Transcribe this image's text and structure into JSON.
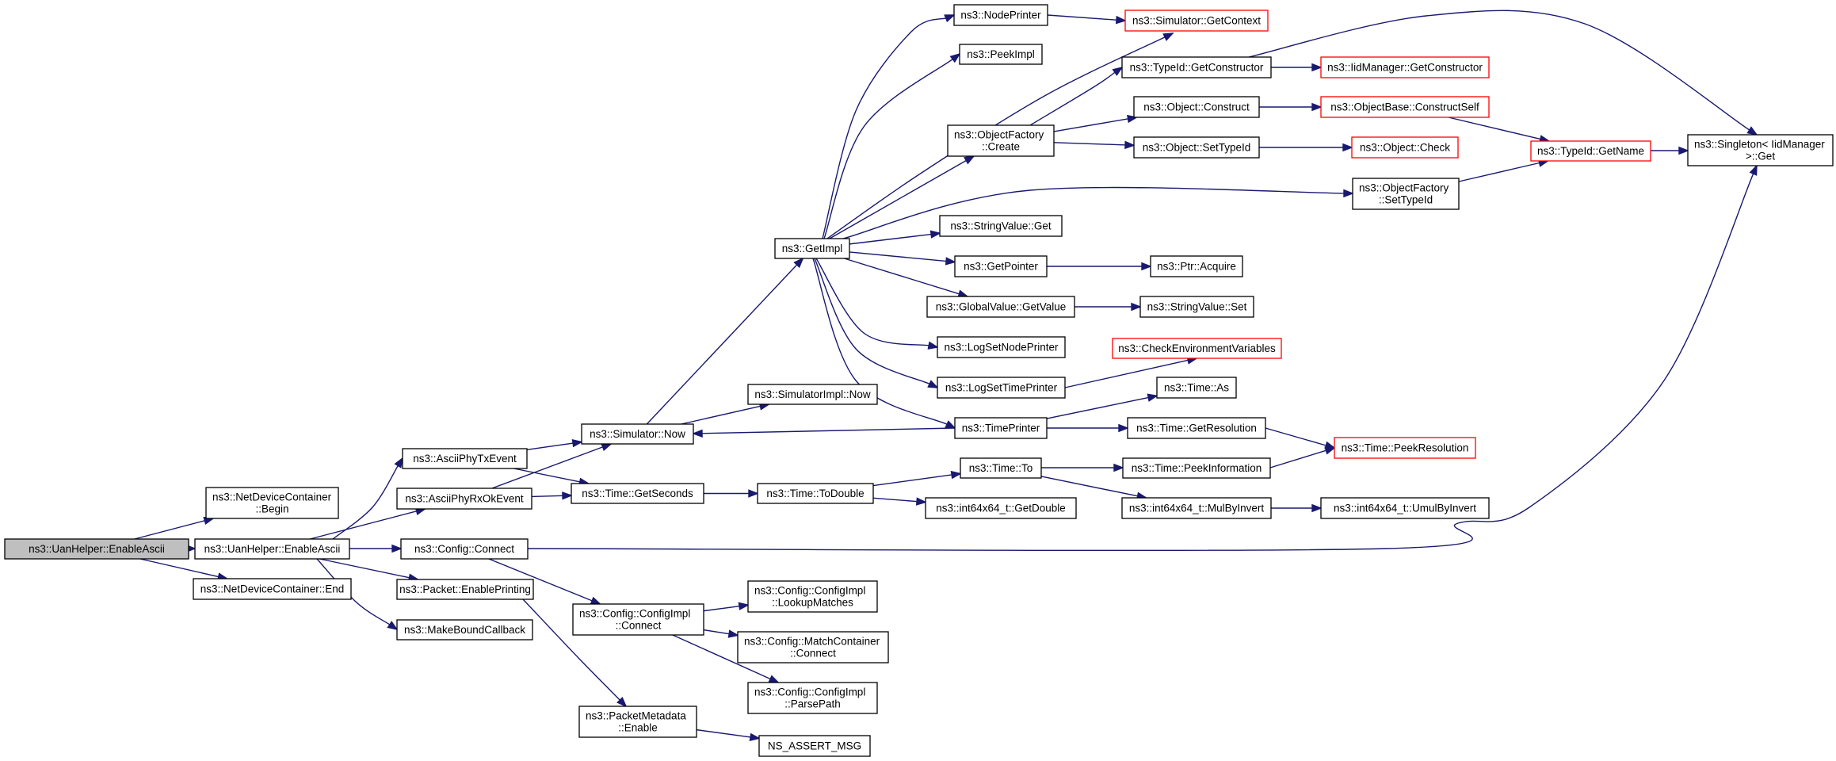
{
  "colors": {
    "edge": "#191970",
    "node_border": "#000000",
    "truncated_border": "#ff0000",
    "root_fill": "#bfbfbf",
    "node_fill": "#ffffff"
  },
  "nodes": [
    {
      "id": "root",
      "lines": [
        "ns3::UanHelper::EnableAscii"
      ],
      "kind": "root"
    },
    {
      "id": "uanEnable",
      "lines": [
        "ns3::UanHelper::EnableAscii"
      ],
      "kind": "normal"
    },
    {
      "id": "ndcBegin",
      "lines": [
        "ns3::NetDeviceContainer",
        "::Begin"
      ],
      "kind": "normal"
    },
    {
      "id": "ndcEnd",
      "lines": [
        "ns3::NetDeviceContainer::End"
      ],
      "kind": "normal"
    },
    {
      "id": "asciiTx",
      "lines": [
        "ns3::AsciiPhyTxEvent"
      ],
      "kind": "normal"
    },
    {
      "id": "asciiRx",
      "lines": [
        "ns3::AsciiPhyRxOkEvent"
      ],
      "kind": "normal"
    },
    {
      "id": "cfgConnect",
      "lines": [
        "ns3::Config::Connect"
      ],
      "kind": "normal"
    },
    {
      "id": "pktPrint",
      "lines": [
        "ns3::Packet::EnablePrinting"
      ],
      "kind": "normal"
    },
    {
      "id": "makeBound",
      "lines": [
        "ns3::MakeBoundCallback"
      ],
      "kind": "normal"
    },
    {
      "id": "simNow",
      "lines": [
        "ns3::Simulator::Now"
      ],
      "kind": "normal"
    },
    {
      "id": "timeGetSec",
      "lines": [
        "ns3::Time::GetSeconds"
      ],
      "kind": "normal"
    },
    {
      "id": "cfgImplConnect",
      "lines": [
        "ns3::Config::ConfigImpl",
        "::Connect"
      ],
      "kind": "normal"
    },
    {
      "id": "pmEnable",
      "lines": [
        "ns3::PacketMetadata",
        "::Enable"
      ],
      "kind": "normal"
    },
    {
      "id": "getImpl",
      "lines": [
        "ns3::GetImpl"
      ],
      "kind": "normal"
    },
    {
      "id": "simImplNow",
      "lines": [
        "ns3::SimulatorImpl::Now"
      ],
      "kind": "normal"
    },
    {
      "id": "timeToDouble",
      "lines": [
        "ns3::Time::ToDouble"
      ],
      "kind": "normal"
    },
    {
      "id": "lookupMatches",
      "lines": [
        "ns3::Config::ConfigImpl",
        "::LookupMatches"
      ],
      "kind": "normal"
    },
    {
      "id": "matchConnect",
      "lines": [
        "ns3::Config::MatchContainer",
        "::Connect"
      ],
      "kind": "normal"
    },
    {
      "id": "parsePath",
      "lines": [
        "ns3::Config::ConfigImpl",
        "::ParsePath"
      ],
      "kind": "normal"
    },
    {
      "id": "nsAssert",
      "lines": [
        "NS_ASSERT_MSG"
      ],
      "kind": "normal"
    },
    {
      "id": "nodePrinter",
      "lines": [
        "ns3::NodePrinter"
      ],
      "kind": "normal"
    },
    {
      "id": "peekImpl",
      "lines": [
        "ns3::PeekImpl"
      ],
      "kind": "normal"
    },
    {
      "id": "ofCreate",
      "lines": [
        "ns3::ObjectFactory",
        "::Create"
      ],
      "kind": "normal"
    },
    {
      "id": "strGet",
      "lines": [
        "ns3::StringValue::Get"
      ],
      "kind": "normal"
    },
    {
      "id": "getPointer",
      "lines": [
        "ns3::GetPointer"
      ],
      "kind": "normal"
    },
    {
      "id": "gvGetValue",
      "lines": [
        "ns3::GlobalValue::GetValue"
      ],
      "kind": "normal"
    },
    {
      "id": "logNode",
      "lines": [
        "ns3::LogSetNodePrinter"
      ],
      "kind": "normal"
    },
    {
      "id": "logTime",
      "lines": [
        "ns3::LogSetTimePrinter"
      ],
      "kind": "normal"
    },
    {
      "id": "timePrinter",
      "lines": [
        "ns3::TimePrinter"
      ],
      "kind": "normal"
    },
    {
      "id": "timeTo",
      "lines": [
        "ns3::Time::To"
      ],
      "kind": "normal"
    },
    {
      "id": "i64GetDouble",
      "lines": [
        "ns3::int64x64_t::GetDouble"
      ],
      "kind": "normal"
    },
    {
      "id": "simGetContext",
      "lines": [
        "ns3::Simulator::GetContext"
      ],
      "kind": "truncated"
    },
    {
      "id": "tidGetCtor",
      "lines": [
        "ns3::TypeId::GetConstructor"
      ],
      "kind": "normal"
    },
    {
      "id": "objConstruct",
      "lines": [
        "ns3::Object::Construct"
      ],
      "kind": "normal"
    },
    {
      "id": "objSetTypeId",
      "lines": [
        "ns3::Object::SetTypeId"
      ],
      "kind": "normal"
    },
    {
      "id": "ofSetTypeId",
      "lines": [
        "ns3::ObjectFactory",
        "::SetTypeId"
      ],
      "kind": "normal"
    },
    {
      "id": "ptrAcquire",
      "lines": [
        "ns3::Ptr::Acquire"
      ],
      "kind": "normal"
    },
    {
      "id": "strSet",
      "lines": [
        "ns3::StringValue::Set"
      ],
      "kind": "normal"
    },
    {
      "id": "checkEnv",
      "lines": [
        "ns3::CheckEnvironmentVariables"
      ],
      "kind": "truncated"
    },
    {
      "id": "timeAs",
      "lines": [
        "ns3::Time::As"
      ],
      "kind": "normal"
    },
    {
      "id": "timeGetRes",
      "lines": [
        "ns3::Time::GetResolution"
      ],
      "kind": "normal"
    },
    {
      "id": "timePeekInfo",
      "lines": [
        "ns3::Time::PeekInformation"
      ],
      "kind": "normal"
    },
    {
      "id": "mulByInvert",
      "lines": [
        "ns3::int64x64_t::MulByInvert"
      ],
      "kind": "normal"
    },
    {
      "id": "iidGetCtor",
      "lines": [
        "ns3::IidManager::GetConstructor"
      ],
      "kind": "truncated"
    },
    {
      "id": "obConstructSelf",
      "lines": [
        "ns3::ObjectBase::ConstructSelf"
      ],
      "kind": "truncated"
    },
    {
      "id": "objCheck",
      "lines": [
        "ns3::Object::Check"
      ],
      "kind": "truncated"
    },
    {
      "id": "timePeekRes",
      "lines": [
        "ns3::Time::PeekResolution"
      ],
      "kind": "truncated"
    },
    {
      "id": "umulByInvert",
      "lines": [
        "ns3::int64x64_t::UmulByInvert"
      ],
      "kind": "normal"
    },
    {
      "id": "tidGetName",
      "lines": [
        "ns3::TypeId::GetName"
      ],
      "kind": "truncated"
    },
    {
      "id": "singletonGet",
      "lines": [
        "ns3::Singleton< IidManager",
        ">::Get"
      ],
      "kind": "normal"
    }
  ],
  "edges": [
    [
      "root",
      "uanEnable"
    ],
    [
      "root",
      "ndcBegin"
    ],
    [
      "root",
      "ndcEnd"
    ],
    [
      "uanEnable",
      "asciiTx"
    ],
    [
      "uanEnable",
      "asciiRx"
    ],
    [
      "uanEnable",
      "cfgConnect"
    ],
    [
      "uanEnable",
      "pktPrint"
    ],
    [
      "uanEnable",
      "makeBound"
    ],
    [
      "asciiTx",
      "simNow"
    ],
    [
      "asciiTx",
      "timeGetSec"
    ],
    [
      "asciiRx",
      "simNow"
    ],
    [
      "asciiRx",
      "timeGetSec"
    ],
    [
      "cfgConnect",
      "cfgImplConnect"
    ],
    [
      "cfgConnect",
      "singletonGet"
    ],
    [
      "pktPrint",
      "pmEnable"
    ],
    [
      "simNow",
      "getImpl"
    ],
    [
      "simNow",
      "simImplNow"
    ],
    [
      "timeGetSec",
      "timeToDouble"
    ],
    [
      "cfgImplConnect",
      "lookupMatches"
    ],
    [
      "cfgImplConnect",
      "matchConnect"
    ],
    [
      "cfgImplConnect",
      "parsePath"
    ],
    [
      "pmEnable",
      "nsAssert"
    ],
    [
      "getImpl",
      "nodePrinter"
    ],
    [
      "getImpl",
      "peekImpl"
    ],
    [
      "getImpl",
      "ofCreate"
    ],
    [
      "getImpl",
      "strGet"
    ],
    [
      "getImpl",
      "getPointer"
    ],
    [
      "getImpl",
      "gvGetValue"
    ],
    [
      "getImpl",
      "logNode"
    ],
    [
      "getImpl",
      "logTime"
    ],
    [
      "getImpl",
      "timePrinter"
    ],
    [
      "getImpl",
      "simGetContext"
    ],
    [
      "getImpl",
      "ofSetTypeId"
    ],
    [
      "timeToDouble",
      "timeTo"
    ],
    [
      "timeToDouble",
      "i64GetDouble"
    ],
    [
      "nodePrinter",
      "simGetContext"
    ],
    [
      "ofCreate",
      "tidGetCtor"
    ],
    [
      "ofCreate",
      "objConstruct"
    ],
    [
      "ofCreate",
      "objSetTypeId"
    ],
    [
      "getPointer",
      "ptrAcquire"
    ],
    [
      "gvGetValue",
      "strSet"
    ],
    [
      "logTime",
      "checkEnv"
    ],
    [
      "timePrinter",
      "simNow"
    ],
    [
      "timePrinter",
      "timeAs"
    ],
    [
      "timePrinter",
      "timeGetRes"
    ],
    [
      "timeTo",
      "timePeekInfo"
    ],
    [
      "timeTo",
      "mulByInvert"
    ],
    [
      "tidGetCtor",
      "iidGetCtor"
    ],
    [
      "tidGetCtor",
      "singletonGet"
    ],
    [
      "objConstruct",
      "obConstructSelf"
    ],
    [
      "objSetTypeId",
      "objCheck"
    ],
    [
      "ofSetTypeId",
      "tidGetName"
    ],
    [
      "obConstructSelf",
      "tidGetName"
    ],
    [
      "timeGetRes",
      "timePeekRes"
    ],
    [
      "timePeekInfo",
      "timePeekRes"
    ],
    [
      "mulByInvert",
      "umulByInvert"
    ],
    [
      "tidGetName",
      "singletonGet"
    ]
  ]
}
